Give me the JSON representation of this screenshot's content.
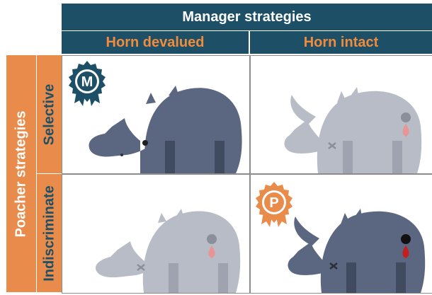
{
  "header": {
    "title": "Manager strategies",
    "columns": [
      "Horn devalued",
      "Horn intact"
    ]
  },
  "side": {
    "title": "Poacher strategies",
    "rows": [
      "Selective",
      "Indiscriminate"
    ]
  },
  "badges": {
    "manager": "M",
    "poacher": "P"
  },
  "colors": {
    "header_bg": "#1d4f66",
    "header_accent_text": "#f08c3c",
    "side_bg": "#e98b4a",
    "rhino_dark": "#5b6780",
    "rhino_light": "#b8bcc6",
    "blood": "#c41e1e"
  }
}
